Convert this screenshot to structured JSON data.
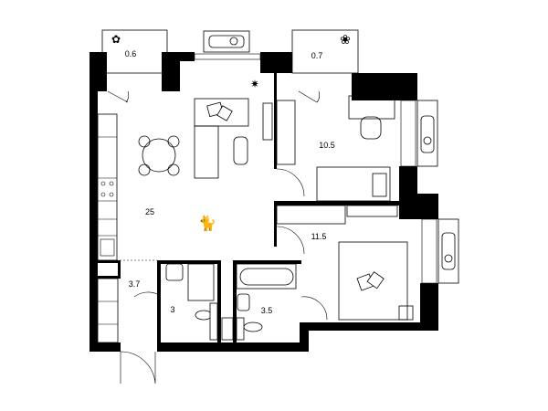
{
  "plan": {
    "rooms": [
      {
        "name": "balcony-left",
        "area": "0.6"
      },
      {
        "name": "balcony-right",
        "area": "0.7"
      },
      {
        "name": "bedroom-small",
        "area": "10.5"
      },
      {
        "name": "living-kitchen",
        "area": "25"
      },
      {
        "name": "bedroom-master",
        "area": "11.5"
      },
      {
        "name": "hallway",
        "area": "3.7"
      },
      {
        "name": "bathroom-1",
        "area": "3"
      },
      {
        "name": "bathroom-2",
        "area": "3.5"
      }
    ],
    "colors": {
      "wall": "#000000",
      "background": "#ffffff"
    }
  }
}
